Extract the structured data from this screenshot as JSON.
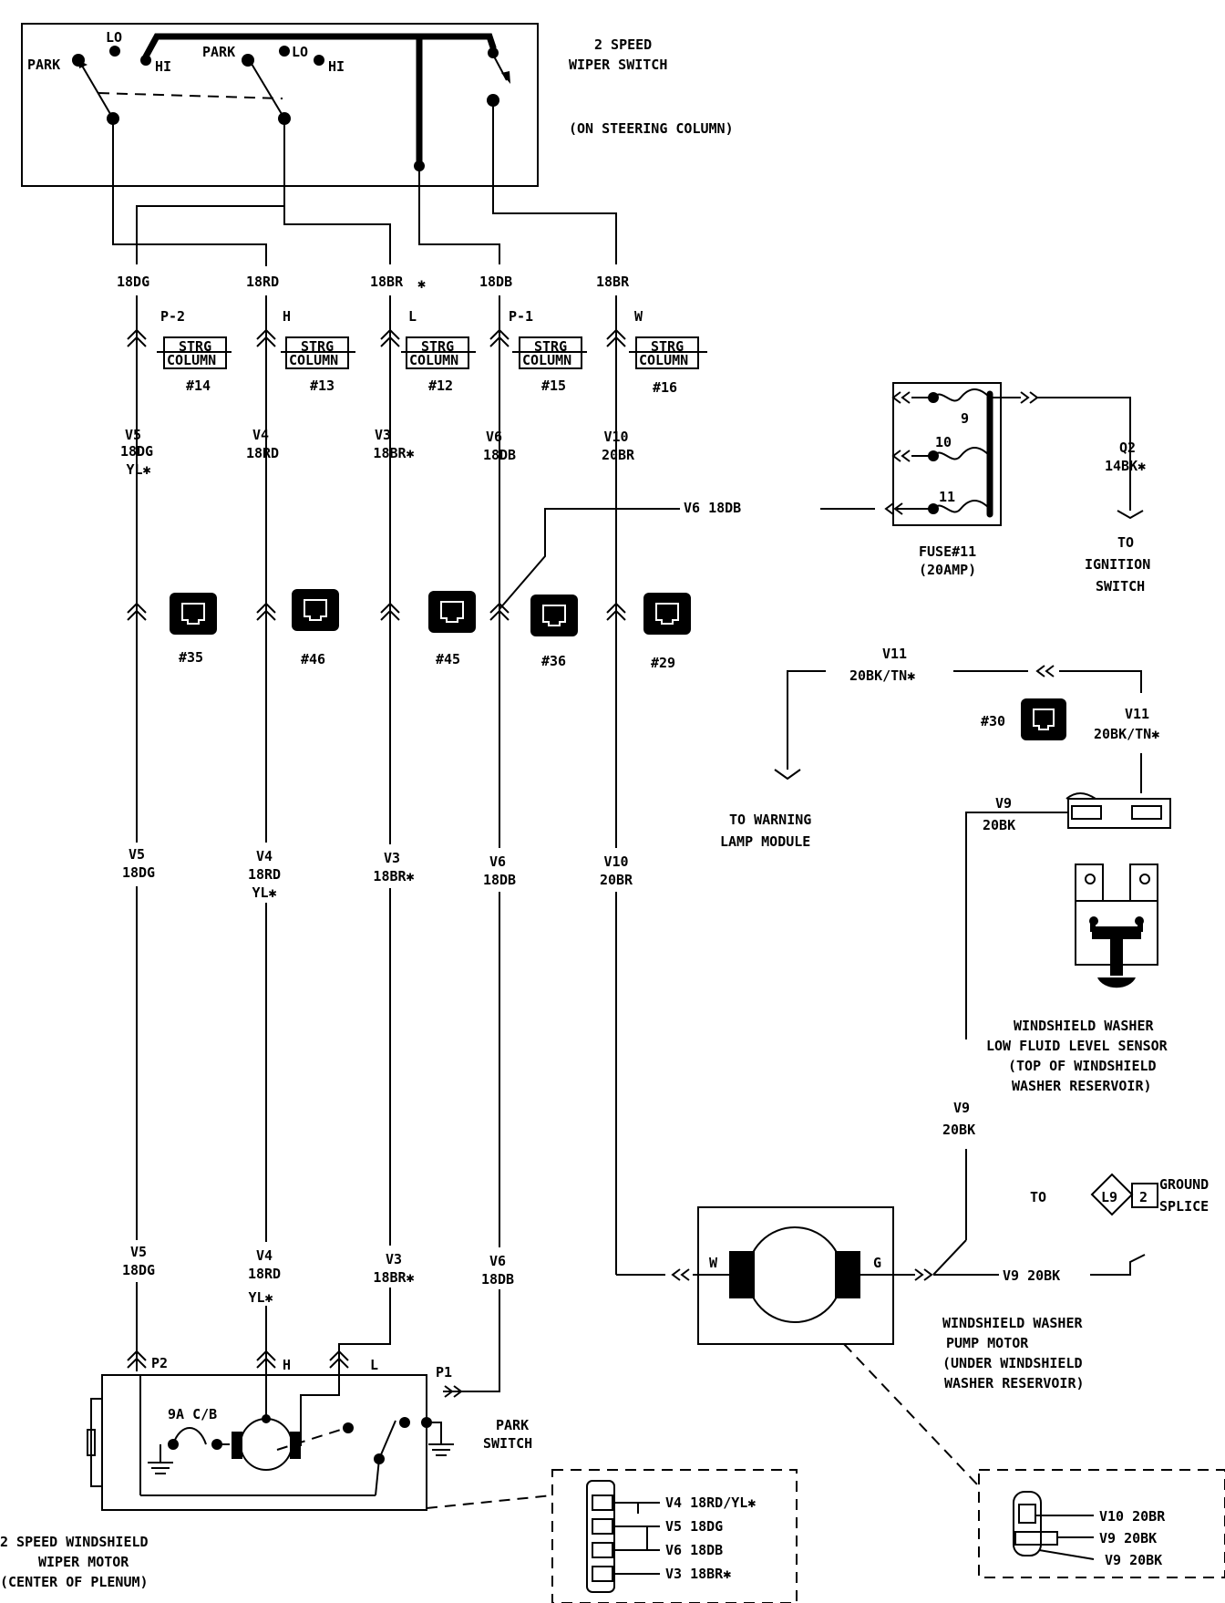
{
  "switch": {
    "title_line1": "2 SPEED",
    "title_line2": "WIPER SWITCH",
    "location": "(ON STEERING COLUMN)",
    "labels": {
      "park1": "PARK",
      "lo1": "LO",
      "hi1": "HI",
      "park2": "PARK",
      "lo2": "LO",
      "hi2": "HI"
    }
  },
  "top_wires": [
    "18DG",
    "18RD",
    "18BR",
    "18DB",
    "18BR"
  ],
  "top_asterisk": "✱",
  "pins": [
    "P-2",
    "H",
    "L",
    "P-1",
    "W"
  ],
  "strg": {
    "label_top": "STRG",
    "label_bottom": "COLUMN",
    "numbers": [
      "#14",
      "#13",
      "#12",
      "#15",
      "#16"
    ]
  },
  "mid_wires": [
    {
      "circuit": "V5",
      "gauge": "18DG",
      "extra": "YL✱"
    },
    {
      "circuit": "V4",
      "gauge": "18RD",
      "extra": ""
    },
    {
      "circuit": "V3",
      "gauge": "18BR✱",
      "extra": ""
    },
    {
      "circuit": "V6",
      "gauge": "18DB",
      "extra": ""
    },
    {
      "circuit": "V10",
      "gauge": "20BR",
      "extra": ""
    }
  ],
  "connectors": [
    "#35",
    "#46",
    "#45",
    "#36",
    "#29"
  ],
  "low_wires": [
    {
      "circuit": "V5",
      "gauge": "18DG",
      "extra": ""
    },
    {
      "circuit": "V4",
      "gauge": "18RD",
      "extra": "YL✱"
    },
    {
      "circuit": "V3",
      "gauge": "18BR✱",
      "extra": ""
    },
    {
      "circuit": "V6",
      "gauge": "18DB",
      "extra": ""
    },
    {
      "circuit": "V10",
      "gauge": "20BR",
      "extra": ""
    }
  ],
  "bottom_wires": [
    {
      "circuit": "V5",
      "gauge": "18DG",
      "extra": ""
    },
    {
      "circuit": "V4",
      "gauge": "18RD",
      "extra": "YL✱"
    },
    {
      "circuit": "V3",
      "gauge": "18BR✱",
      "extra": ""
    },
    {
      "circuit": "V6",
      "gauge": "18DB",
      "extra": ""
    }
  ],
  "v6_feed": "V6 18DB",
  "fuse": {
    "label": "FUSE#11",
    "rating": "(20AMP)",
    "taps": [
      "9",
      "10",
      "11"
    ]
  },
  "q2": {
    "circuit": "Q2",
    "gauge": "14BK✱"
  },
  "ignition": [
    "TO",
    "IGNITION",
    "SWITCH"
  ],
  "v11": {
    "circuit": "V11",
    "gauge": "20BK/TN✱"
  },
  "connector30": "#30",
  "warning": [
    "TO WARNING",
    "LAMP MODULE"
  ],
  "v9": {
    "circuit": "V9",
    "gauge": "20BK",
    "inline": "V9 20BK"
  },
  "sensor": [
    "WINDSHIELD WASHER",
    "LOW FLUID LEVEL SENSOR",
    "(TOP OF WINDSHIELD",
    "WASHER RESERVOIR)"
  ],
  "ground": {
    "to": "TO",
    "splice_id": "L9",
    "splice_pin": "2",
    "line1": "GROUND",
    "line2": "SPLICE"
  },
  "pump": {
    "term_w": "W",
    "term_g": "G",
    "lines": [
      "WINDSHIELD WASHER",
      "PUMP MOTOR",
      "(UNDER WINDSHIELD",
      "WASHER RESERVOIR)"
    ]
  },
  "motor": {
    "pins": [
      "P2",
      "H",
      "L",
      "P1"
    ],
    "breaker": "9A C/B",
    "park_switch": [
      "PARK",
      "SWITCH"
    ],
    "lines": [
      "2 SPEED WINDSHIELD",
      "WIPER MOTOR",
      "(CENTER OF PLENUM)"
    ]
  },
  "motor_conn": [
    "V4 18RD/YL✱",
    "V5 18DG",
    "V6 18DB",
    "V3 18BR✱"
  ],
  "pump_conn": [
    "V10 20BR",
    "V9 20BK",
    "V9 20BK"
  ]
}
